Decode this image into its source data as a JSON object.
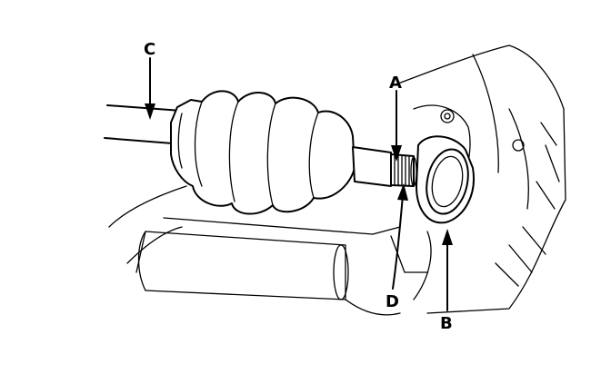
{
  "diagram": {
    "callouts": [
      {
        "id": "A",
        "label": "A"
      },
      {
        "id": "B",
        "label": "B"
      },
      {
        "id": "C",
        "label": "C"
      },
      {
        "id": "D",
        "label": "D"
      }
    ],
    "colors": {
      "ink": "#000000",
      "paper": "#ffffff"
    }
  }
}
